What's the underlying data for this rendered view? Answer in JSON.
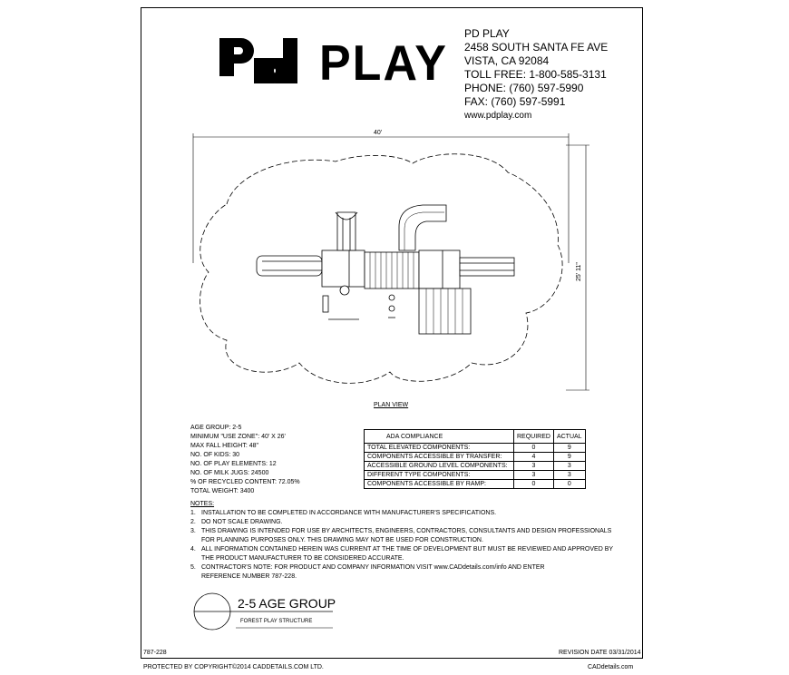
{
  "header": {
    "brand_logo": "pd",
    "brand_text": "PLAY",
    "company": "PD PLAY",
    "address1": "2458 SOUTH SANTA FE AVE",
    "address2": "VISTA, CA 92084",
    "toll_free": "TOLL FREE: 1-800-585-3131",
    "phone": "PHONE: (760) 597-5990",
    "fax": "FAX: (760) 597-5991",
    "website": "www.pdplay.com"
  },
  "plan": {
    "width_dim": "40'",
    "height_dim": "25' 11\"",
    "label": "PLAN VIEW"
  },
  "specs": [
    "AGE GROUP: 2-5",
    "MINIMUM \"USE ZONE\": 40' X 26'",
    "MAX FALL HEIGHT: 48\"",
    "NO. OF KIDS: 30",
    "NO. OF PLAY ELEMENTS: 12",
    "NO. OF MILK JUGS: 24500",
    "% OF RECYCLED CONTENT: 72.05%",
    "TOTAL WEIGHT: 3400"
  ],
  "ada_table": {
    "headers": [
      "ADA COMPLIANCE",
      "REQUIRED",
      "ACTUAL"
    ],
    "rows": [
      [
        "TOTAL ELEVATED COMPONENTS:",
        "0",
        "9"
      ],
      [
        "COMPONENTS ACCESSIBLE BY TRANSFER:",
        "4",
        "9"
      ],
      [
        "ACCESSIBLE GROUND LEVEL COMPONENTS:",
        "3",
        "3"
      ],
      [
        "DIFFERENT TYPE COMPONENTS:",
        "3",
        "3"
      ],
      [
        "COMPONENTS ACCESSIBLE BY RAMP:",
        "0",
        "0"
      ]
    ]
  },
  "notes": {
    "title": "NOTES:",
    "items": [
      {
        "num": "1.",
        "lines": [
          "INSTALLATION TO BE COMPLETED IN ACCORDANCE WITH MANUFACTURER'S SPECIFICATIONS."
        ]
      },
      {
        "num": "2.",
        "lines": [
          "DO NOT SCALE DRAWING."
        ]
      },
      {
        "num": "3.",
        "lines": [
          "THIS DRAWING IS INTENDED FOR USE BY ARCHITECTS, ENGINEERS, CONTRACTORS, CONSULTANTS AND DESIGN PROFESSIONALS",
          "FOR PLANNING PURPOSES ONLY.  THIS DRAWING MAY NOT BE USED FOR CONSTRUCTION."
        ]
      },
      {
        "num": "4.",
        "lines": [
          "ALL INFORMATION CONTAINED HEREIN WAS CURRENT AT THE TIME OF DEVELOPMENT BUT MUST BE REVIEWED AND APPROVED BY",
          "THE PRODUCT MANUFACTURER TO BE CONSIDERED ACCURATE."
        ]
      },
      {
        "num": "5.",
        "lines": [
          "CONTRACTOR'S NOTE: FOR PRODUCT AND COMPANY INFORMATION VISIT www.CADdetails.com/info AND ENTER",
          "REFERENCE NUMBER 787-228."
        ]
      }
    ]
  },
  "title_block": {
    "title": "2-5 AGE GROUP",
    "subtitle": "FOREST PLAY STRUCTURE"
  },
  "sheet": {
    "ref_number": "787-228",
    "revision": "REVISION DATE 03/31/2014",
    "copyright": "PROTECTED BY COPYRIGHT©2014 CADDETAILS.COM LTD.",
    "site": "CADdetails.com"
  }
}
